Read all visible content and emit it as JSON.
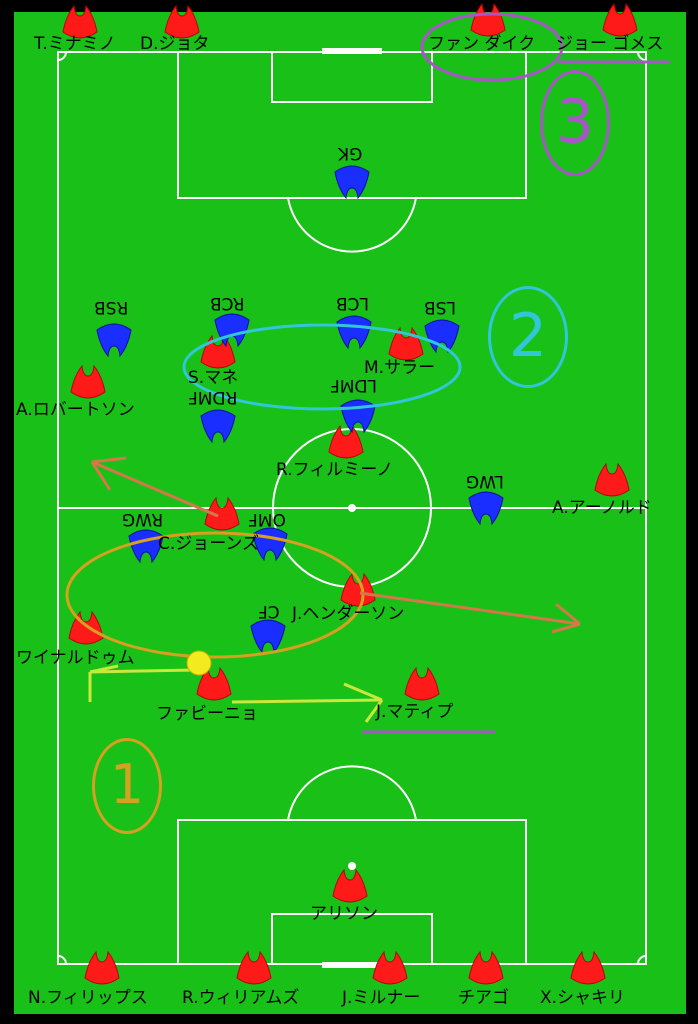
{
  "colors": {
    "pitch": "#18c018",
    "frame": "#000000",
    "line": "#ffffff",
    "home": "#ff1a1a",
    "away": "#1a2eff"
  },
  "home_players": {
    "minamino": "T.ミナミノ",
    "jota": "D.ジョタ",
    "van_dijk": "ファン ダイク",
    "joe_gomez": "ジョー ゴメス",
    "mane": "S.マネ",
    "salah": "M.サラー",
    "robertson": "A.ロバートソン",
    "firmino": "R.フィルミーノ",
    "arnold": "A.アーノルド",
    "jones": "C.ジョーンズ",
    "henderson": "J.ヘンダーソン",
    "wijnaldum": "ワイナルドゥム",
    "fabinho": "ファビーニョ",
    "matip": "J.マティプ",
    "alisson": "アリソン",
    "phillips": "N.フィリップス",
    "williams": "R.ウィリアムズ",
    "milner": "J.ミルナー",
    "thiago": "チアゴ",
    "shaqiri": "X.シャキリ"
  },
  "away_positions": {
    "gk": "GK",
    "rsb": "RSB",
    "rcb": "RCB",
    "lcb": "LCB",
    "lsb": "LSB",
    "rdmf": "RDMF",
    "ldmf": "LDMF",
    "rwg": "RWG",
    "omf": "OMF",
    "lwg": "LWG",
    "cf": "CF"
  },
  "annotations": {
    "one": "1",
    "two": "2",
    "three": "3"
  }
}
